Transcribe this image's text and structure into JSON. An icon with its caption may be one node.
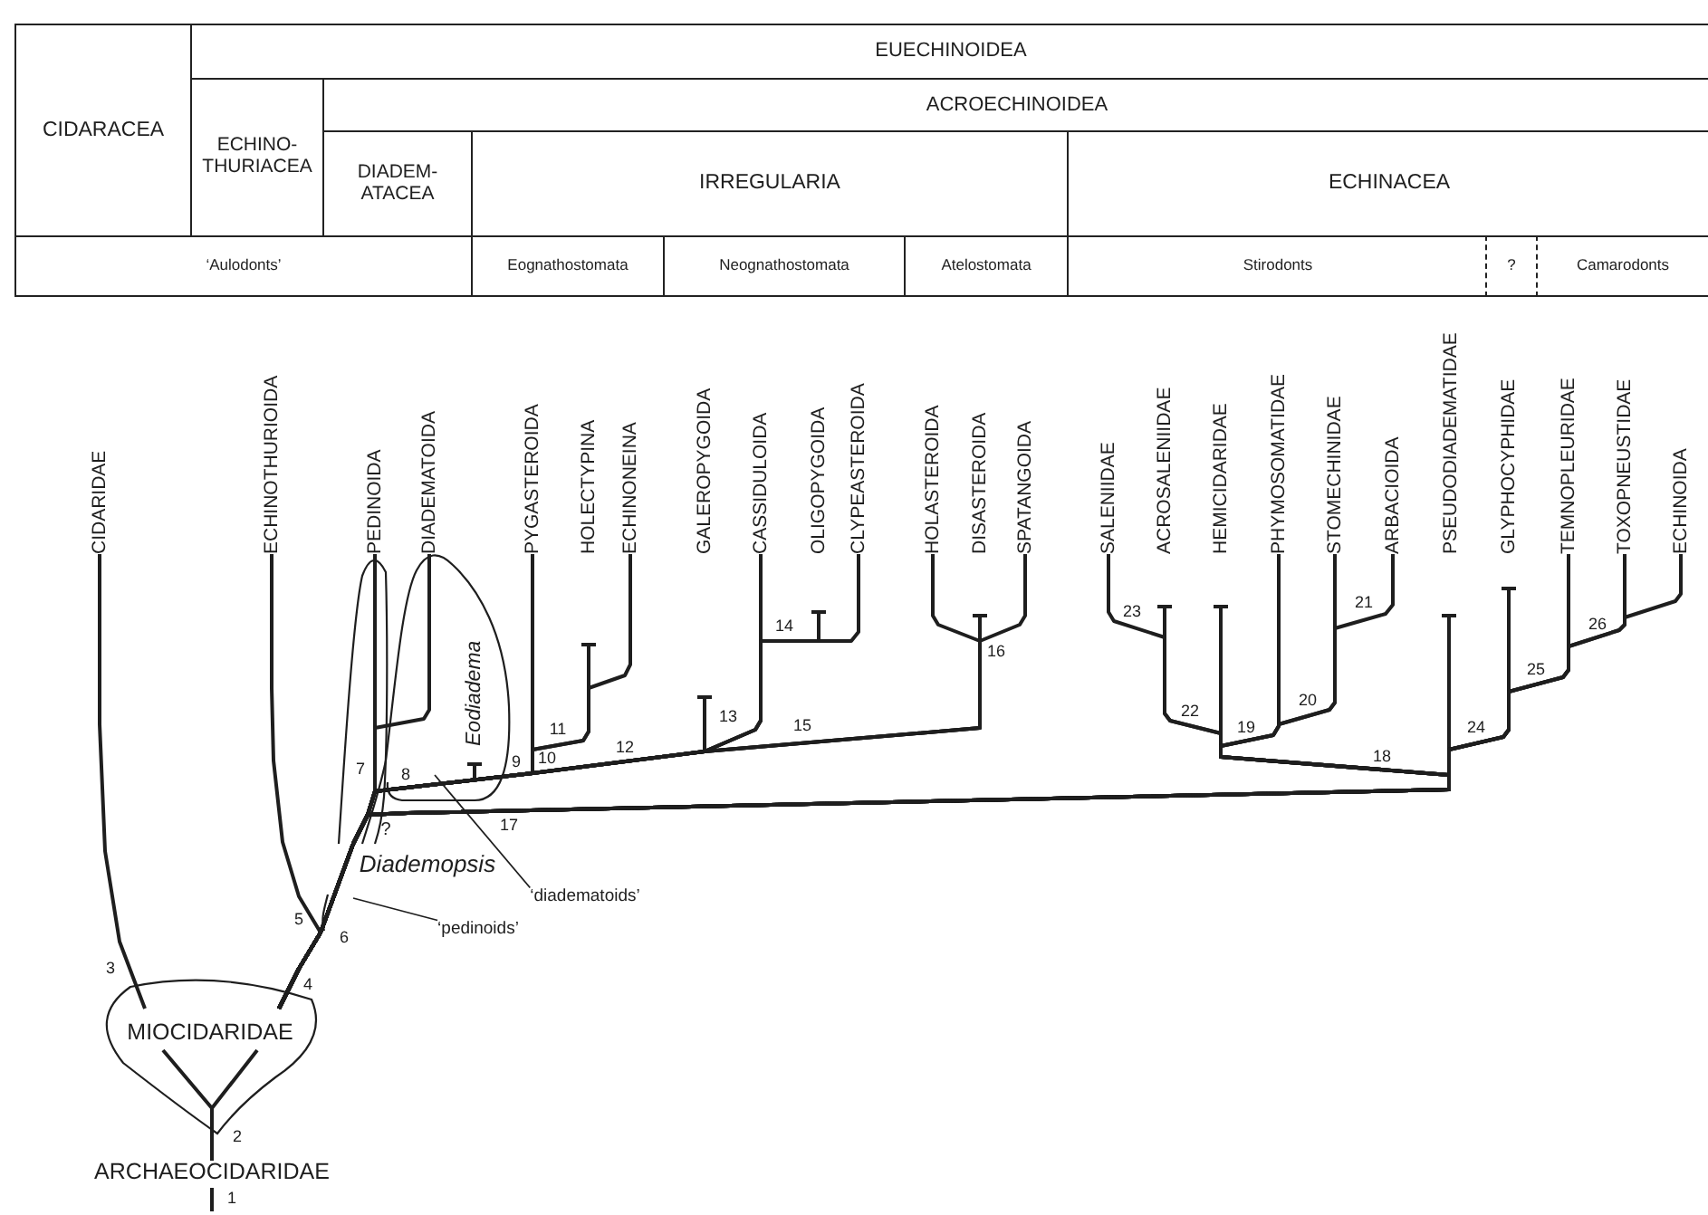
{
  "diagram": {
    "nodes": [
      {
        "text": [
          "CIDARIDAE"
        ]
      },
      {
        "text": [
          "ECHINOTHURIOIDA"
        ]
      },
      {
        "text": [
          "PEDINOIDA"
        ]
      },
      {
        "text": [
          "DIADEMATOIDA"
        ]
      },
      {
        "text": [
          "PYGASTEROIDA"
        ]
      },
      {
        "text": [
          "HOLECTYPINA"
        ]
      },
      {
        "text": [
          "ECHINONEINA"
        ]
      },
      {
        "text": [
          "GALEROPYGOIDA"
        ]
      },
      {
        "text": [
          "CASSIDULOIDA"
        ]
      },
      {
        "text": [
          "OLIGOPYGOIDA"
        ]
      },
      {
        "text": [
          "CLYPEASTEROIDA"
        ]
      },
      {
        "text": [
          "HOLASTEROIDA"
        ]
      },
      {
        "text": [
          "DISASTEROIDA"
        ]
      },
      {
        "text": [
          "SPATANGOIDA"
        ]
      },
      {
        "text": [
          "SALENIIDAE"
        ]
      },
      {
        "text": [
          "ACROSALENIIDAE"
        ]
      },
      {
        "text": [
          "HEMICIDARIDAE"
        ]
      },
      {
        "text": [
          "PHYMOSOMATIDAE"
        ]
      },
      {
        "text": [
          "STOMECHINIDAE"
        ]
      },
      {
        "text": [
          "ARBACIOIDA"
        ]
      },
      {
        "text": [
          "PSEUDODIADEMATIDAE"
        ]
      },
      {
        "text": [
          "GLYPHOCYPHIDAE"
        ]
      },
      {
        "text": [
          "TEMNOPLEURIDAE"
        ]
      },
      {
        "text": [
          "TOXOPNEUSTIDAE"
        ]
      },
      {
        "text": [
          "ECHINOIDA"
        ]
      },
      {
        "text": [
          "‘pedinoids’"
        ]
      },
      {
        "text": [
          "‘diadematoids’"
        ]
      },
      {
        "text": [
          "MIOCIDARIDAE"
        ]
      },
      {
        "text": [
          "ARCHAEOCIDARIDAE"
        ]
      },
      {
        "text": [
          "Eodiadema"
        ]
      }
    ],
    "edges": [
      {
        "from": 27,
        "to": 0,
        "arrow": "none"
      },
      {
        "from": 27,
        "to": 1,
        "arrow": "none"
      },
      {
        "from": 27,
        "to": 2,
        "arrow": "none"
      },
      {
        "from": 27,
        "to": 3,
        "arrow": "none"
      },
      {
        "from": 27,
        "to": 4,
        "arrow": "none"
      },
      {
        "from": 27,
        "to": 5,
        "arrow": "none"
      },
      {
        "from": 27,
        "to": 6,
        "arrow": "none"
      },
      {
        "from": 27,
        "to": 7,
        "arrow": "none"
      },
      {
        "from": 27,
        "to": 8,
        "arrow": "none"
      },
      {
        "from": 27,
        "to": 9,
        "arrow": "none"
      },
      {
        "from": 27,
        "to": 10,
        "arrow": "none"
      },
      {
        "from": 27,
        "to": 11,
        "arrow": "none"
      },
      {
        "from": 27,
        "to": 12,
        "arrow": "none"
      },
      {
        "from": 27,
        "to": 13,
        "arrow": "none"
      },
      {
        "from": 27,
        "to": 14,
        "arrow": "none"
      },
      {
        "from": 27,
        "to": 15,
        "arrow": "none"
      },
      {
        "from": 27,
        "to": 16,
        "arrow": "none"
      },
      {
        "from": 27,
        "to": 17,
        "arrow": "none"
      },
      {
        "from": 27,
        "to": 18,
        "arrow": "none"
      },
      {
        "from": 27,
        "to": 19,
        "arrow": "none"
      },
      {
        "from": 27,
        "to": 20,
        "arrow": "none"
      },
      {
        "from": 27,
        "to": 21,
        "arrow": "none"
      },
      {
        "from": 27,
        "to": 22,
        "arrow": "none"
      },
      {
        "from": 27,
        "to": 23,
        "arrow": "none"
      },
      {
        "from": 27,
        "to": 24,
        "arrow": "none"
      },
      {
        "from": 27,
        "to": 29,
        "arrow": "none"
      },
      {
        "from": 28,
        "to": 27,
        "arrow": "none"
      },
      {
        "from": null,
        "to": 28,
        "arrow": "none"
      },
      {
        "from": 25,
        "to": null,
        "arrow": "none"
      },
      {
        "from": 26,
        "to": null,
        "arrow": "none"
      }
    ],
    "labels": [
      "CIDARACEA",
      "EUECHINOIDEA",
      "ECHINO- THURIACEA",
      "ACROECHINOIDEA",
      "DIADEM- ATACEA",
      "IRREGULARIA",
      "ECHINACEA",
      "‘Aulodonts’",
      "Eognathostomata",
      "Neognathostomata",
      "Atelostomata",
      "Stirodonts",
      "?",
      "Camarodonts",
      "21",
      "23",
      "26",
      "14",
      "16",
      "25",
      "20",
      "22",
      "13",
      "15",
      "11",
      "24",
      "19",
      "12",
      "18",
      "10",
      "9",
      "7",
      "8",
      "?",
      "17",
      "Diademopsis",
      "5",
      "6",
      "3",
      "4",
      "2",
      "1"
    ]
  }
}
